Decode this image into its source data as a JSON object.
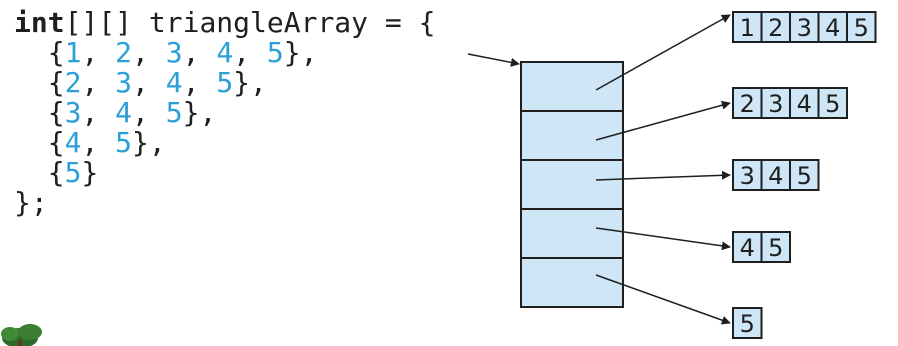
{
  "code": {
    "keyword": "int",
    "declaration_rest": "[][] triangleArray = {",
    "closing": "};",
    "rows": [
      [
        "1",
        "2",
        "3",
        "4",
        "5"
      ],
      [
        "2",
        "3",
        "4",
        "5"
      ],
      [
        "3",
        "4",
        "5"
      ],
      [
        "4",
        "5"
      ],
      [
        "5"
      ]
    ]
  },
  "diagram": {
    "main_array_length": 5,
    "fill_color": "#cfe6f7",
    "code_number_color": "#2a9fd8",
    "rows": [
      [
        "1",
        "2",
        "3",
        "4",
        "5"
      ],
      [
        "2",
        "3",
        "4",
        "5"
      ],
      [
        "3",
        "4",
        "5"
      ],
      [
        "4",
        "5"
      ],
      [
        "5"
      ]
    ]
  },
  "logo": {
    "icon": "tree-icon"
  }
}
